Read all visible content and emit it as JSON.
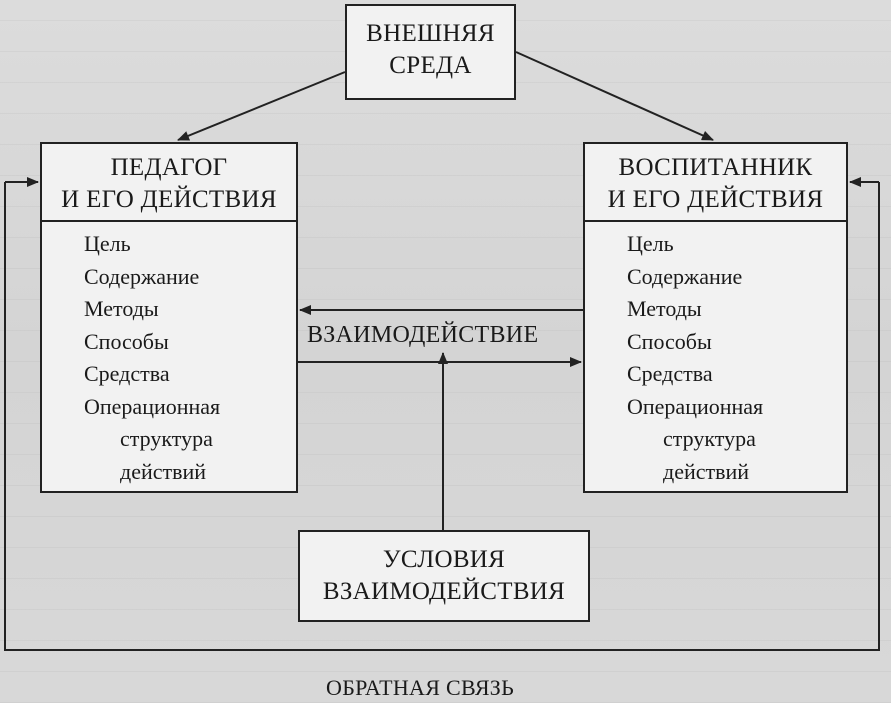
{
  "environment": {
    "line1": "ВНЕШНЯЯ",
    "line2": "СРЕДА"
  },
  "teacher": {
    "title_line1": "ПЕДАГОГ",
    "title_line2": "И ЕГО ДЕЙСТВИЯ",
    "items": [
      "Цель",
      "Содержание",
      "Методы",
      "Способы",
      "Средства",
      "Операционная",
      "структура",
      "действий"
    ]
  },
  "pupil": {
    "title_line1": "ВОСПИТАННИК",
    "title_line2": "И ЕГО ДЕЙСТВИЯ",
    "items": [
      "Цель",
      "Содержание",
      "Методы",
      "Способы",
      "Средства",
      "Операционная",
      "структура",
      "действий"
    ]
  },
  "interaction_label": "ВЗАИМОДЕЙСТВИЕ",
  "conditions": {
    "line1": "УСЛОВИЯ",
    "line2": "ВЗАИМОДЕЙСТВИЯ"
  },
  "feedback_label": "ОБРАТНАЯ СВЯЗЬ"
}
